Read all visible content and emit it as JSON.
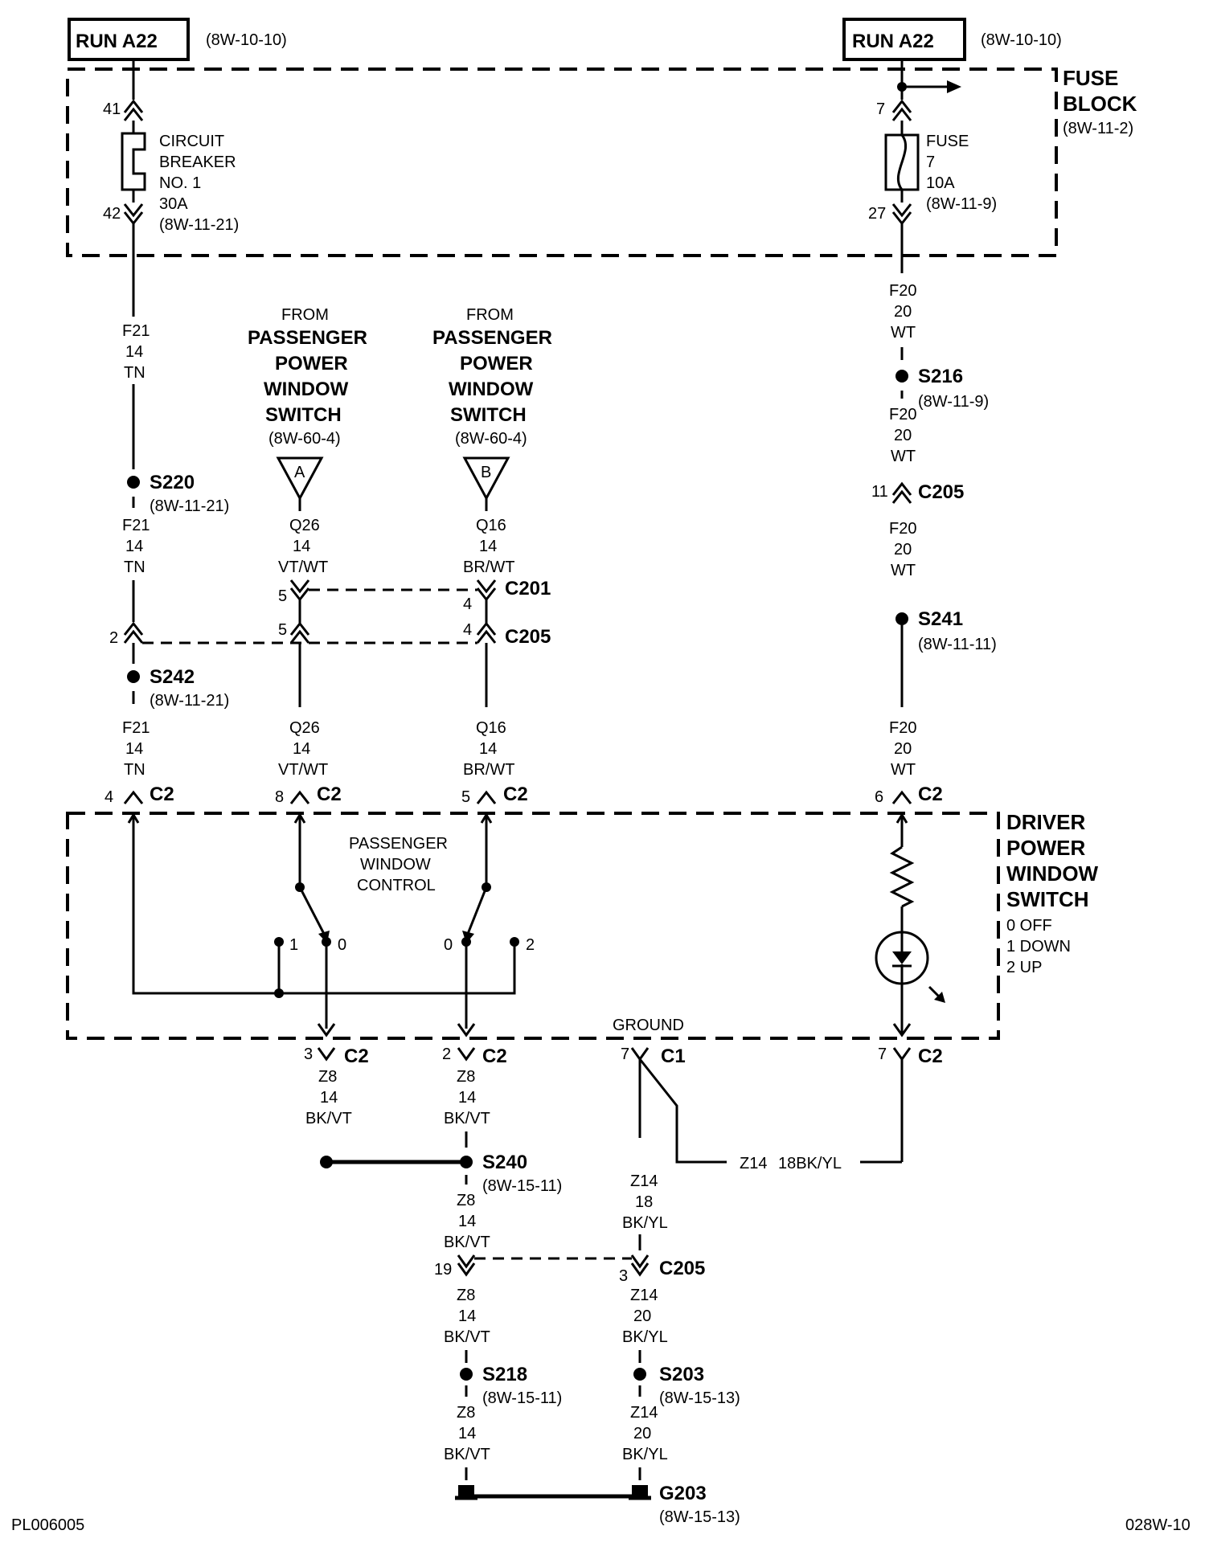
{
  "run_left": {
    "label": "RUN A22",
    "ref": "(8W-10-10)"
  },
  "run_right": {
    "label": "RUN A22",
    "ref": "(8W-10-10)"
  },
  "fuse_block": {
    "line1": "FUSE",
    "line2": "BLOCK",
    "ref": "(8W-11-2)"
  },
  "circuit_breaker": {
    "pin_in": "41",
    "pin_out": "42",
    "l1": "CIRCUIT",
    "l2": "BREAKER",
    "l3": "NO. 1",
    "l4": "30A",
    "l5": "(8W-11-21)"
  },
  "fuse7": {
    "pin_in": "7",
    "pin_out": "27",
    "l1": "FUSE",
    "l2": "7",
    "l3": "10A",
    "l4": "(8W-11-9)"
  },
  "wire_f21": {
    "code": "F21",
    "gauge": "14",
    "color": "TN"
  },
  "wire_f20": {
    "code": "F20",
    "gauge": "20",
    "color": "WT"
  },
  "wire_q26": {
    "code": "Q26",
    "gauge": "14",
    "color": "VT/WT"
  },
  "wire_q16": {
    "code": "Q16",
    "gauge": "14",
    "color": "BR/WT"
  },
  "wire_z8": {
    "code": "Z8",
    "gauge": "14",
    "color": "BK/VT"
  },
  "wire_z14_18": {
    "code": "Z14",
    "gauge": "18",
    "color": "BK/YL",
    "inline": "Z14",
    "inline_spec": "18BK/YL"
  },
  "wire_z14_20": {
    "code": "Z14",
    "gauge": "20",
    "color": "BK/YL"
  },
  "from_a": {
    "from": "FROM",
    "l1": "PASSENGER",
    "l2": "POWER",
    "l3": "WINDOW",
    "l4": "SWITCH",
    "ref": "(8W-60-4)",
    "tag": "A"
  },
  "from_b": {
    "from": "FROM",
    "l1": "PASSENGER",
    "l2": "POWER",
    "l3": "WINDOW",
    "l4": "SWITCH",
    "ref": "(8W-60-4)",
    "tag": "B"
  },
  "splices": {
    "s220": {
      "name": "S220",
      "ref": "(8W-11-21)"
    },
    "s242": {
      "name": "S242",
      "ref": "(8W-11-21)"
    },
    "s216": {
      "name": "S216",
      "ref": "(8W-11-9)"
    },
    "s241": {
      "name": "S241",
      "ref": "(8W-11-11)"
    },
    "s240": {
      "name": "S240",
      "ref": "(8W-15-11)"
    },
    "s218": {
      "name": "S218",
      "ref": "(8W-15-11)"
    },
    "s203": {
      "name": "S203",
      "ref": "(8W-15-13)"
    },
    "g203": {
      "name": "G203",
      "ref": "(8W-15-13)"
    }
  },
  "connectors": {
    "c201": "C201",
    "c205": "C205",
    "c2": "C2",
    "c1": "C1",
    "pin_c201_q26": "5",
    "pin_c201_q16": "4",
    "pin_c205_f21": "2",
    "pin_c205_q26": "5",
    "pin_c205_q16": "4",
    "pin_c205_f20": "11",
    "pin_c2_f21": "4",
    "pin_c2_q26": "8",
    "pin_c2_q16": "5",
    "pin_c2_f20": "6",
    "pin_c2_z8a": "3",
    "pin_c2_z8b": "2",
    "pin_c1_gnd": "7",
    "pin_c2_z14": "7",
    "pin_c205_z8": "19",
    "pin_c205_z14": "3"
  },
  "passenger_control": {
    "l1": "PASSENGER",
    "l2": "WINDOW",
    "l3": "CONTROL",
    "p1": "1",
    "p0a": "0",
    "p0b": "0",
    "p2": "2"
  },
  "driver_switch": {
    "l1": "DRIVER",
    "l2": "POWER",
    "l3": "WINDOW",
    "l4": "SWITCH",
    "s0": "0 OFF",
    "s1": "1 DOWN",
    "s2": "2 UP"
  },
  "ground_label": "GROUND",
  "footer": {
    "left": "PL006005",
    "right": "028W-10"
  }
}
